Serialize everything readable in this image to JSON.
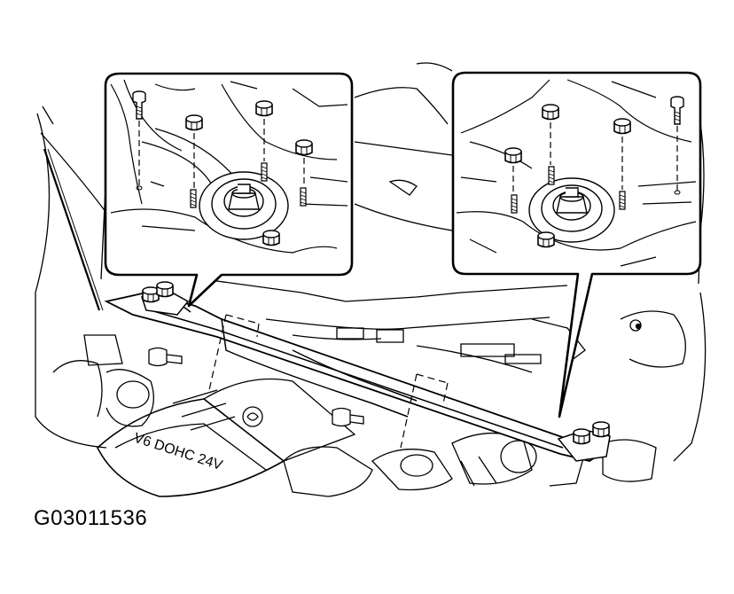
{
  "figure": {
    "id_label": "G03011536",
    "engine_cover_text": "V6 DOHC 24V",
    "callouts": [
      {
        "name": "left-callout",
        "parts": [
          "bolt",
          "nut",
          "nut",
          "nut",
          "nut"
        ]
      },
      {
        "name": "right-callout",
        "parts": [
          "nut",
          "nut",
          "nut",
          "bolt",
          "nut"
        ]
      }
    ]
  }
}
